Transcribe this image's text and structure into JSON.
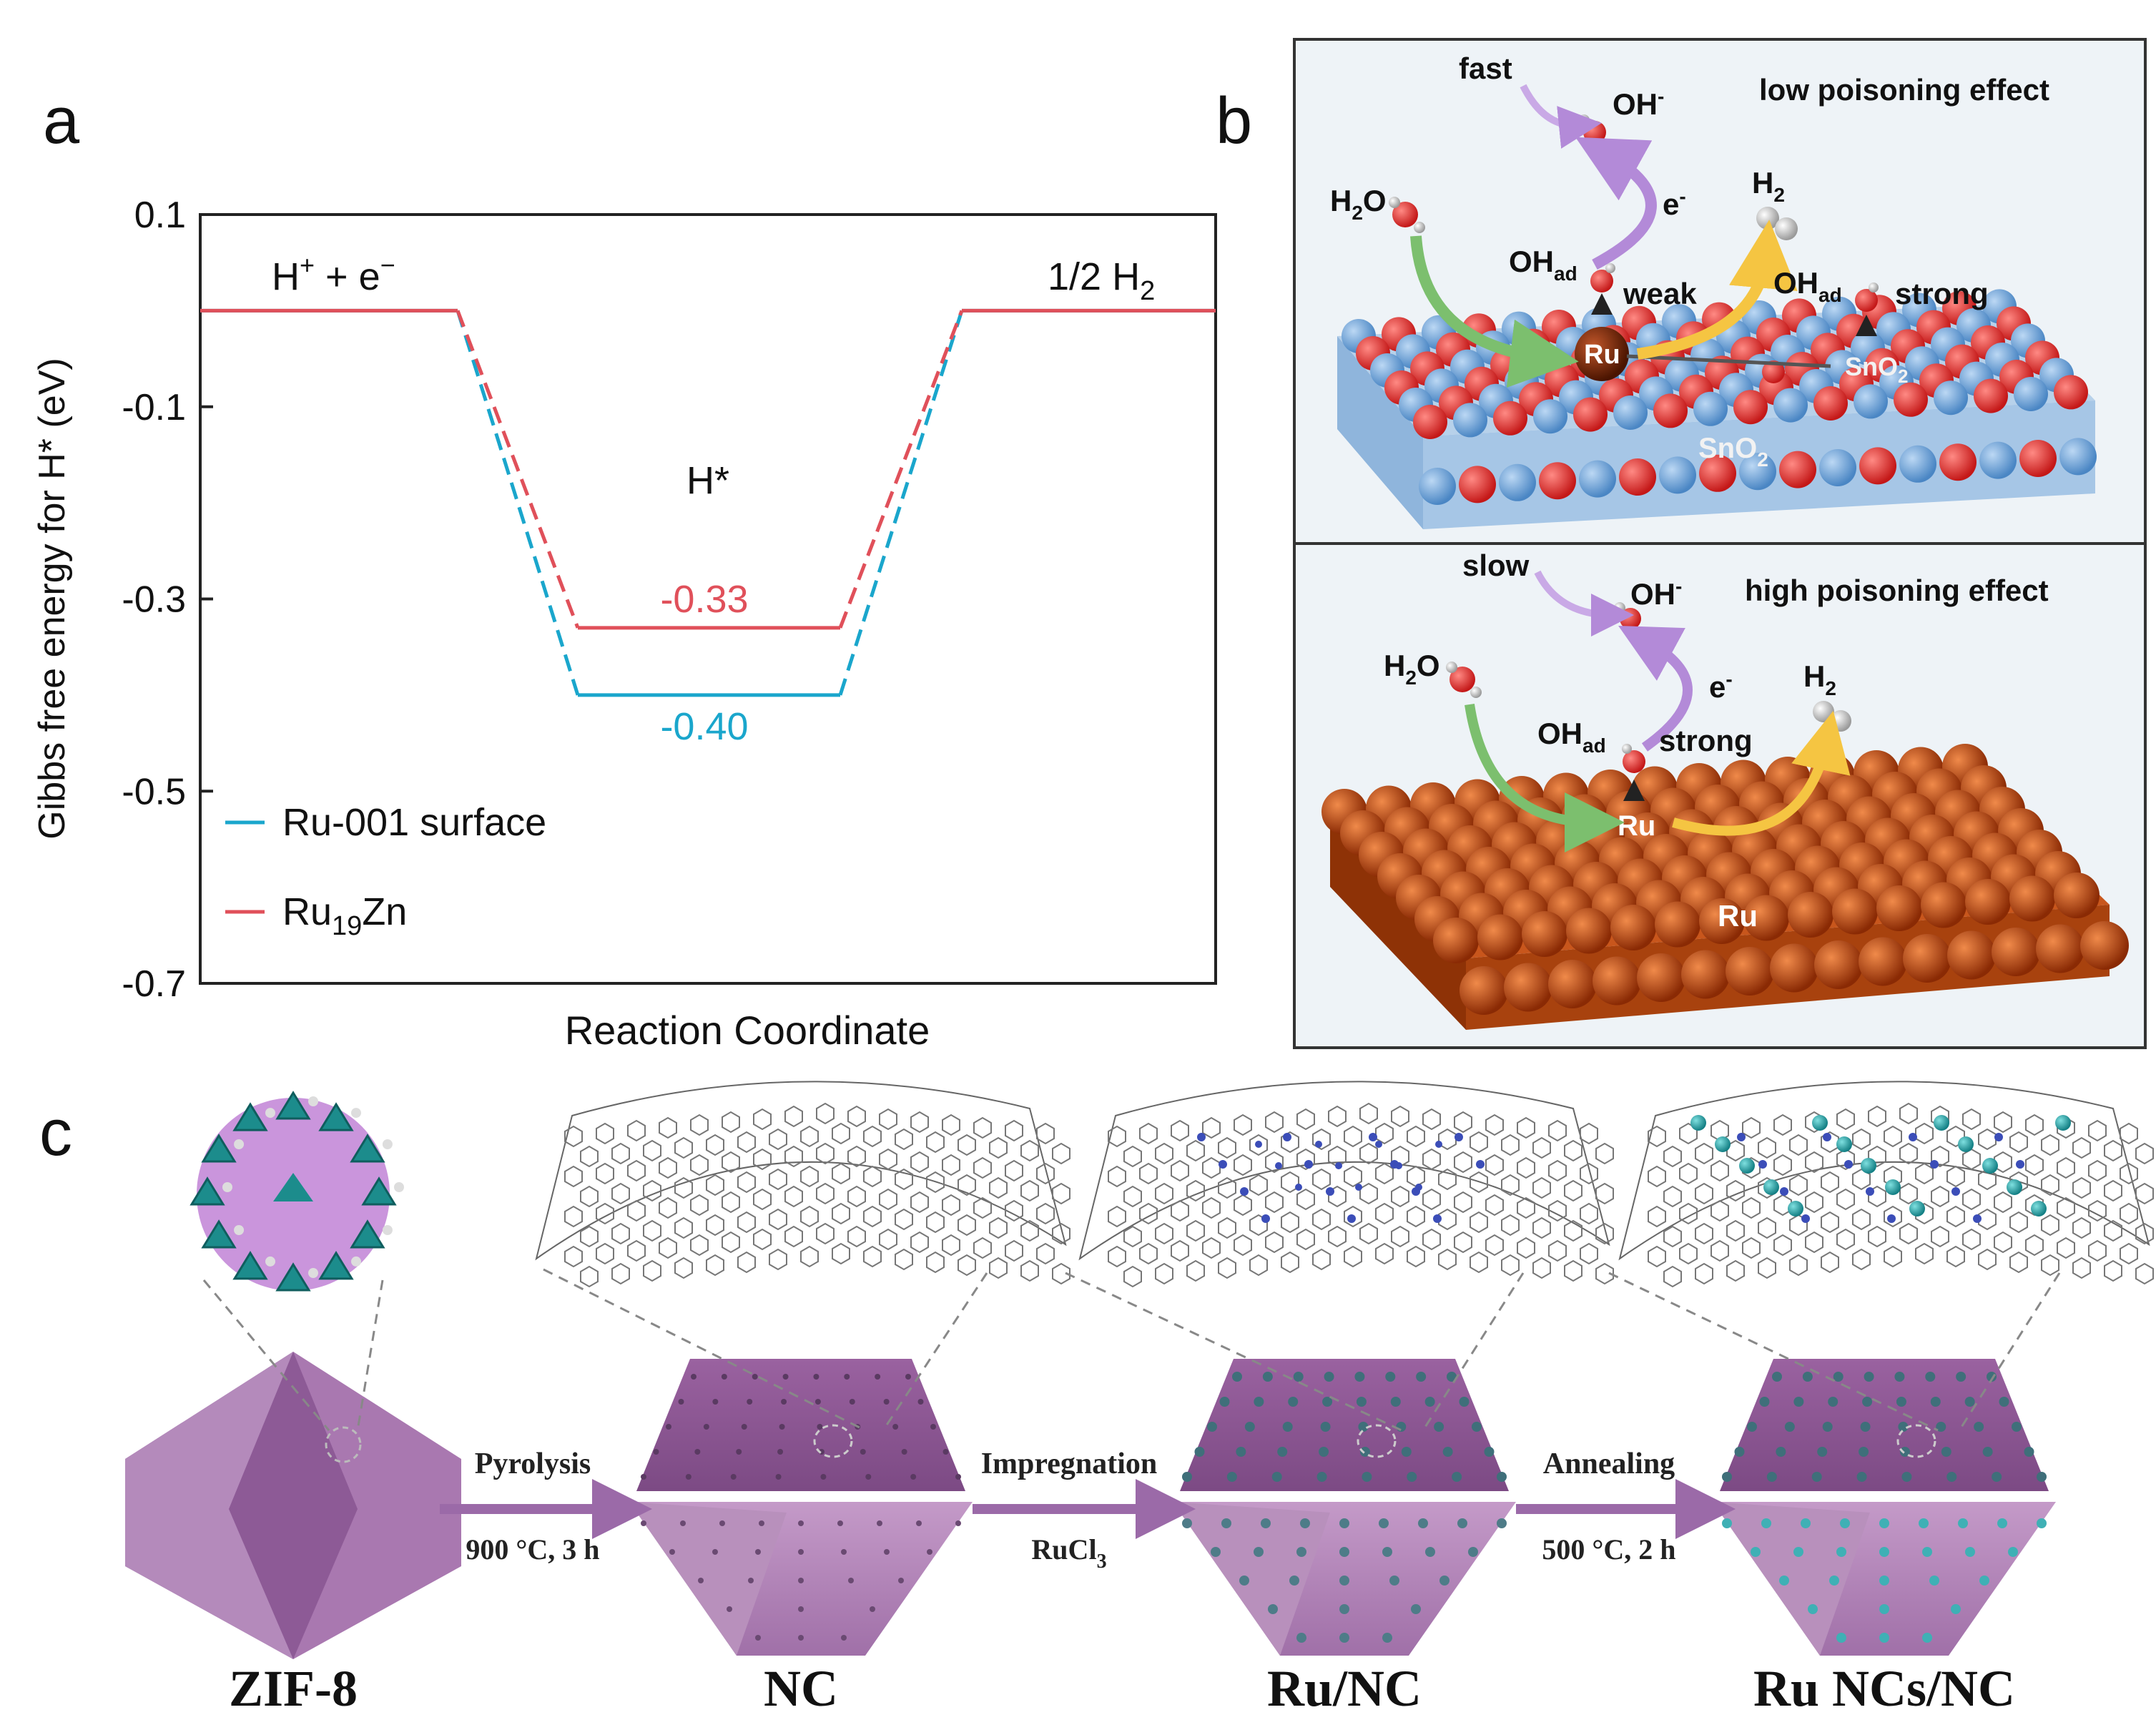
{
  "panels": {
    "a": {
      "letter": "a",
      "chart_data": {
        "type": "line",
        "subtype": "free-energy-diagram",
        "ylabel": "Gibbs free energy for H* (eV)",
        "xlabel": "Reaction Coordinate",
        "ylim": [
          -0.7,
          0.1
        ],
        "yticks": [
          "0.1",
          "-0.1",
          "-0.3",
          "-0.5",
          "-0.7"
        ],
        "ytick_values": [
          0.1,
          -0.1,
          -0.3,
          -0.5,
          -0.7
        ],
        "states": [
          {
            "label_pre": "H",
            "label_sup": "+",
            "label_mid": " + e",
            "label_sup2": "−",
            "value": 0
          },
          {
            "label": "H*"
          },
          {
            "label_pre": "1/2 H",
            "label_sub": "2",
            "value": 0
          }
        ],
        "series": [
          {
            "name_pre": "Ru-001 surface",
            "color": "#1aa6cc",
            "values": [
              0,
              -0.4,
              0
            ],
            "value_label": "-0.40"
          },
          {
            "name_pre": "Ru",
            "name_sub": "19",
            "name_post": "Zn",
            "color": "#e0505a",
            "values": [
              0,
              -0.33,
              0
            ],
            "value_label": "-0.33"
          }
        ],
        "legend_position": "bottom-left"
      }
    },
    "b": {
      "letter": "b",
      "top": {
        "title": "low poisoning effect",
        "speed": "fast",
        "oh_minus": "OH",
        "oh_minus_sup": "-",
        "e_minus": "e",
        "e_minus_sup": "-",
        "h2o_pre": "H",
        "h2o_sub": "2",
        "h2o_post": "O",
        "h2_pre": "H",
        "h2_sub": "2",
        "ohad_pre": "OH",
        "ohad_sub": "ad",
        "weak": "weak",
        "strong": "strong",
        "metal": "Ru",
        "support_pre": "SnO",
        "support_sub": "2"
      },
      "bottom": {
        "title": "high poisoning effect",
        "speed": "slow",
        "oh_minus": "OH",
        "oh_minus_sup": "-",
        "e_minus": "e",
        "e_minus_sup": "-",
        "h2o_pre": "H",
        "h2o_sub": "2",
        "h2o_post": "O",
        "h2_pre": "H",
        "h2_sub": "2",
        "ohad_pre": "OH",
        "ohad_sub": "ad",
        "strong": "strong",
        "metal": "Ru",
        "surface": "Ru"
      },
      "colors": {
        "o_atom": "#e8322c",
        "sn_atom": "#6ea8e0",
        "ru_atom": "#c8430f",
        "arrow_green": "#7cbf6e",
        "arrow_purple": "#b38ad8",
        "arrow_yellow": "#f5c542"
      }
    },
    "c": {
      "letter": "c",
      "stages": [
        {
          "label": "ZIF-8"
        },
        {
          "label": "NC"
        },
        {
          "label": "Ru/NC"
        },
        {
          "label": "Ru NCs/NC"
        }
      ],
      "steps": [
        {
          "top": "Pyrolysis",
          "bottom": "900 °C, 3 h"
        },
        {
          "top": "Impregnation",
          "bottom_pre": "RuCl",
          "bottom_sub": "3"
        },
        {
          "top": "Annealing",
          "bottom": "500 °C, 2 h"
        }
      ],
      "colors": {
        "polyhedron": "#a56aa8",
        "cluster": "#2aa7a8",
        "arrow": "#9b6aa8"
      }
    }
  }
}
